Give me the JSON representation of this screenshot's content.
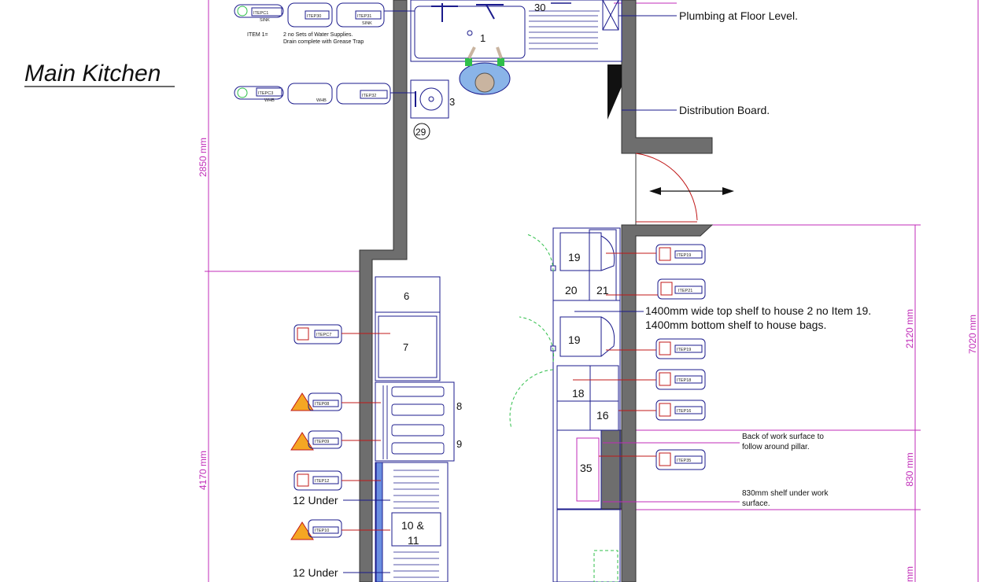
{
  "title": "Main Kitchen",
  "dimensions": {
    "left_upper": "2850 mm",
    "left_lower": "4170 mm",
    "right_a": "2120 mm",
    "right_b": "830 mm",
    "right_c": "mm",
    "far_right": "7020 mm"
  },
  "notes": {
    "plumbing": "Plumbing at Floor Level.",
    "distribution": "Distribution Board.",
    "shelf_top": "1400mm wide top shelf to house 2 no Item 19.",
    "shelf_bottom": "1400mm bottom shelf to house bags.",
    "pillar_line1": "Back of work surface to",
    "pillar_line2": "follow around pillar.",
    "under_shelf_line1": "830mm shelf under work",
    "under_shelf_line2": "surface."
  },
  "legend": {
    "item_label": "ITEM 1=",
    "item_line1": "2 no Sets of Water Supplies.",
    "item_line2": "Drain complete with Grease Trap"
  },
  "item_numbers": {
    "n1": "1",
    "n3": "3",
    "n29": "29",
    "n30": "30",
    "n6": "6",
    "n7": "7",
    "n8": "8",
    "n9": "9",
    "n10": "10 &",
    "n11": "11",
    "n12a": "12 Under",
    "n12b": "12 Under",
    "n19a": "19",
    "n19b": "19",
    "n20": "20",
    "n21": "21",
    "n18": "18",
    "n16": "16",
    "n35": "35"
  },
  "service_tags": {
    "sink1": "ITEPC1",
    "sink2": "ITEP30",
    "sink3": "ITEP31",
    "sink_sub": "SINK",
    "whb1": "ITEPC3",
    "whb2": "ITEP32",
    "whb_sub": "WHB",
    "e7": "ITEPC7",
    "e19a": "ITEP19",
    "e21": "ITEP21",
    "e19b": "ITEP19",
    "e18": "ITEP18",
    "e16": "ITEP16",
    "e35": "ITEP35",
    "e12": "ITEP12",
    "g8": "ITEP08",
    "g9": "ITEP09",
    "g10": "ITEP10"
  }
}
